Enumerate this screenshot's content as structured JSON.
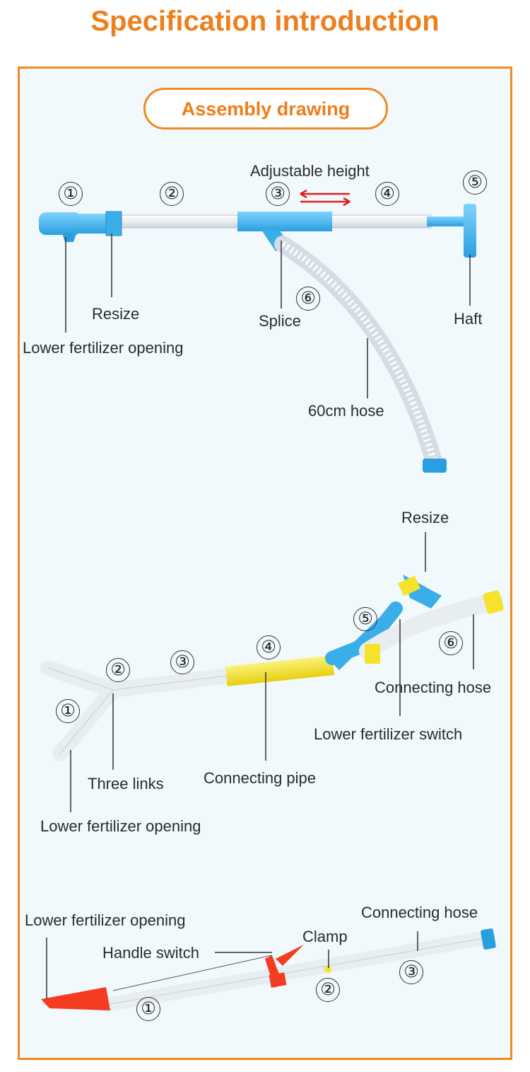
{
  "title": "Specification introduction",
  "section_label": "Assembly drawing",
  "colors": {
    "accent_orange": "#ee7f1d",
    "panel_bg": "#f1f9fd",
    "blue_part": "#45b7f0",
    "yellow_part": "#f4e22b",
    "red_part": "#f43c22"
  },
  "diagram1": {
    "numbers": [
      "①",
      "②",
      "③",
      "④",
      "⑤",
      "⑥"
    ],
    "labels": {
      "adjustable_height": "Adjustable height",
      "resize": "Resize",
      "lower_fertilizer_opening": "Lower fertilizer opening",
      "splice": "Splice",
      "haft": "Haft",
      "hose": "60cm hose"
    }
  },
  "diagram2": {
    "numbers": [
      "①",
      "②",
      "③",
      "④",
      "⑤",
      "⑥"
    ],
    "labels": {
      "resize": "Resize",
      "connecting_hose": "Connecting hose",
      "lower_fertilizer_switch": "Lower fertilizer switch",
      "three_links": "Three links",
      "connecting_pipe": "Connecting pipe",
      "lower_fertilizer_opening": "Lower fertilizer opening"
    }
  },
  "diagram3": {
    "numbers": [
      "①",
      "②",
      "③"
    ],
    "labels": {
      "lower_fertilizer_opening": "Lower fertilizer opening",
      "connecting_hose": "Connecting hose",
      "clamp": "Clamp",
      "handle_switch": "Handle switch"
    }
  }
}
